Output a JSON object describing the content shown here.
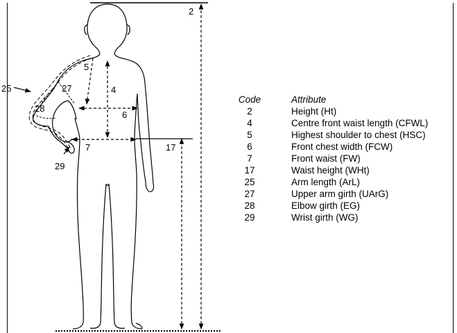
{
  "legend": {
    "header_code": "Code",
    "header_attribute": "Attribute",
    "rows": [
      {
        "code": "2",
        "attribute": "Height (Ht)"
      },
      {
        "code": "4",
        "attribute": "Centre front waist length (CFWL)"
      },
      {
        "code": "5",
        "attribute": "Highest shoulder to chest (HSC)"
      },
      {
        "code": "6",
        "attribute": "Front chest width (FCW)"
      },
      {
        "code": "7",
        "attribute": "Front waist (FW)"
      },
      {
        "code": "17",
        "attribute": "Waist height (WHt)"
      },
      {
        "code": "25",
        "attribute": "Arm length (ArL)"
      },
      {
        "code": "27",
        "attribute": "Upper arm girth (UArG)"
      },
      {
        "code": "28",
        "attribute": "Elbow girth (EG)"
      },
      {
        "code": "29",
        "attribute": "Wrist girth (WG)"
      }
    ]
  },
  "diagram_labels": {
    "l2": "2",
    "l4": "4",
    "l5": "5",
    "l6": "6",
    "l7": "7",
    "l17": "17",
    "l25": "25",
    "l27": "27",
    "l28": "28",
    "l29": "29"
  }
}
